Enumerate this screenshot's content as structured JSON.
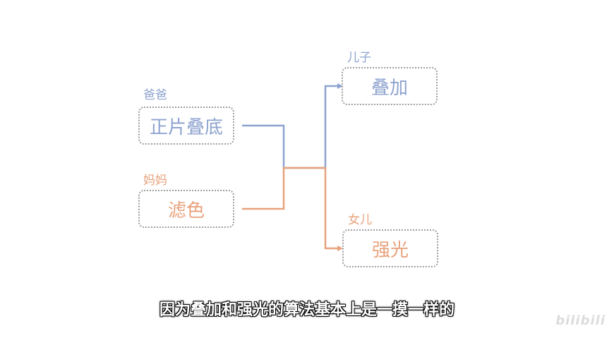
{
  "diagram": {
    "father": {
      "tag": "爸爸",
      "label": "正片叠底"
    },
    "mother": {
      "tag": "妈妈",
      "label": "滤色"
    },
    "son": {
      "tag": "儿子",
      "label": "叠加"
    },
    "daughter": {
      "tag": "女儿",
      "label": "强光"
    }
  },
  "colors": {
    "blue": "#8ea3cf",
    "orange": "#e8a27c",
    "box_border": "#9e9e9e"
  },
  "subtitle": "因为叠加和强光的算法基本上是一摸一样的",
  "watermark": "bilibili"
}
